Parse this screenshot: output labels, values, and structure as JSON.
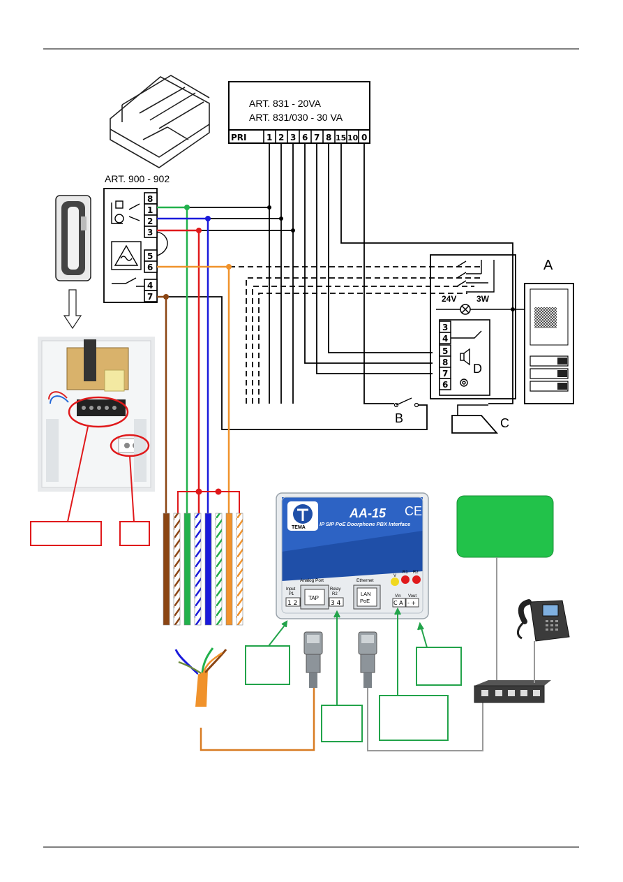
{
  "transformer": {
    "line1": "ART. 831 - 20VA",
    "line2": "ART. 831/030 - 30 VA",
    "terminals": [
      "PRI",
      "1",
      "2",
      "3",
      "6",
      "7",
      "8",
      "15",
      "10",
      "0"
    ]
  },
  "handset": {
    "title": "ART. 900 - 902",
    "terminals": [
      "8",
      "1",
      "2",
      "3",
      "5",
      "6",
      "4",
      "7"
    ]
  },
  "panel": {
    "label": "A",
    "lamp_left": "24V",
    "lamp_right": "3W",
    "terminals": [
      "3",
      "4",
      "5",
      "8",
      "7",
      "6"
    ],
    "module_label": "D"
  },
  "button_label": "B",
  "lock_label": "C",
  "device": {
    "model": "AA-15",
    "ce": "CE",
    "subtitle": "IP SIP PoE Doorphone PBX Interface",
    "brand": "TEMA",
    "analog_port": "Analog Port",
    "input": "Input",
    "p1": "P1",
    "input_pins": "1 2",
    "tap": "TAP",
    "relay": "Relay",
    "r2": "R2",
    "relay_pins": "3 4",
    "ethernet": "Ethernet",
    "lan": "LAN",
    "poe": "PoE",
    "vin": "Vin",
    "vout": "Vout",
    "vin_pins": "C A",
    "vout_pins": "- +",
    "led_v": "V",
    "led_r1": "R1",
    "led_r2": "R2"
  },
  "colors": {
    "brown": "#8B4513",
    "green": "#22b14c",
    "red": "#e0191b",
    "blue": "#1a1adb",
    "orange": "#f0922b",
    "callout_red": "#e0191b",
    "callout_green": "#22a34a",
    "green_box": "#22c24a",
    "device_blue": "#1f4fa8"
  },
  "icons": [
    "handset-icon",
    "phone-icon",
    "network-switch-icon",
    "rj45-plug-icon",
    "cable-bundle-icon",
    "din-module-icon"
  ]
}
